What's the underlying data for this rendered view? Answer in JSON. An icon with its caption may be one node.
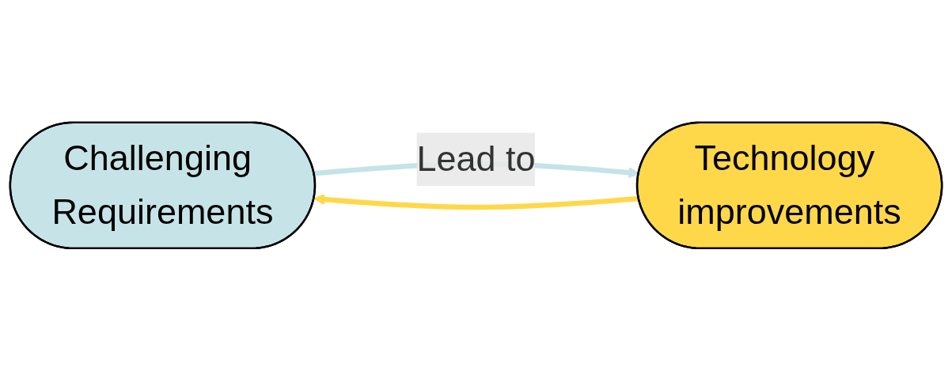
{
  "diagram": {
    "nodes": [
      {
        "text": [
          "Challenging Requirements"
        ]
      },
      {
        "text": [
          "Technology improvements"
        ]
      }
    ],
    "edges": [
      {
        "from": 0,
        "to": 1,
        "arrow": "to",
        "label": "Lead to",
        "color": "#c5e3e8"
      },
      {
        "from": 1,
        "to": 0,
        "arrow": "to",
        "color": "#ffd84a"
      }
    ]
  }
}
